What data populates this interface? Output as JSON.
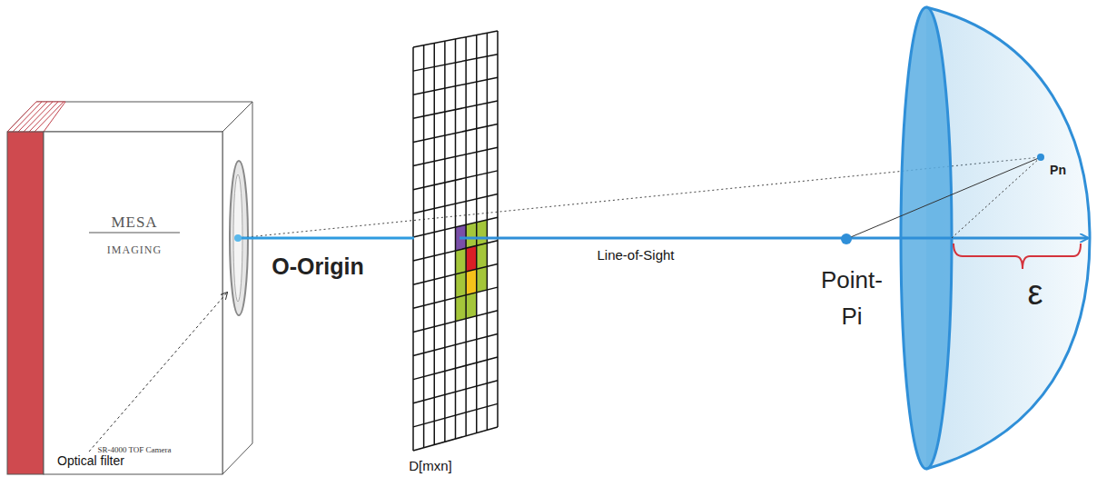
{
  "diagram": {
    "nodes": [
      {
        "text": [
          "MESA",
          "IMAGING",
          "SR-4000 TOF Camera"
        ]
      }
    ],
    "labels": [
      "Optical filter",
      "O-Origin",
      "D[mxn]",
      "Line-of-Sight",
      "Point- Pi",
      "Pn",
      "ε"
    ]
  }
}
